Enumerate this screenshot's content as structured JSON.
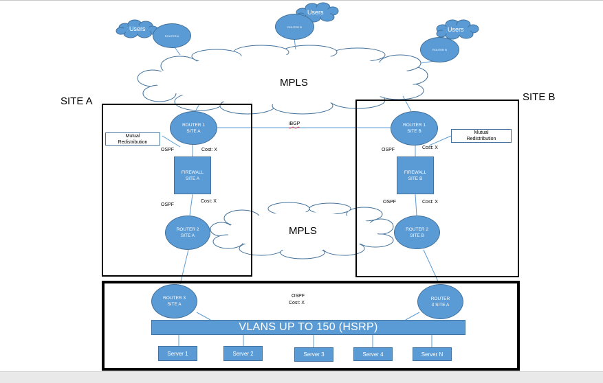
{
  "sites": {
    "a": "SITE A",
    "b": "SITE B"
  },
  "clouds": {
    "mpls_top": "MPLS",
    "mpls_mid": "MPLS",
    "users": "Users"
  },
  "edge_routers": {
    "a": "ROUTER A",
    "b": "ROUTER B",
    "n": "ROUTER N"
  },
  "site_a": {
    "router1": "ROUTER 1\nSITE A",
    "firewall": "FIREWALL\nSITE A",
    "router2": "ROUTER 2\nSITE A",
    "mutual": "Mutual\nRedistribution",
    "ospf_upper": "OSPF",
    "ospf_lower": "OSPF",
    "cost_upper": "Cost: X",
    "cost_lower": "Cost: X"
  },
  "site_b": {
    "router1": "ROUTER 1\nSITE B",
    "firewall": "FIREWALL\nSITE B",
    "router2": "ROUTER 2\nSITE B",
    "mutual": "Mutual\nRedistribution",
    "ospf_upper": "OSPF",
    "ospf_lower": "OSPF",
    "cost_upper": "Cost: X",
    "cost_lower": "Cost: X"
  },
  "ibgp": "iBGP",
  "core": {
    "router3_a": "ROUTER 3\nSITE A",
    "router3_b": "ROUTER\n3   SITE A",
    "ospf": "OSPF",
    "cost": "Cost: X",
    "vlans": "VLANS UP TO 150 (HSRP)",
    "servers": [
      "Server 1",
      "Server 2",
      "Server 3",
      "Server 4",
      "Server N"
    ]
  },
  "colors": {
    "node_fill": "#5b9bd5",
    "node_border": "#41719c",
    "frame": "#000000"
  }
}
